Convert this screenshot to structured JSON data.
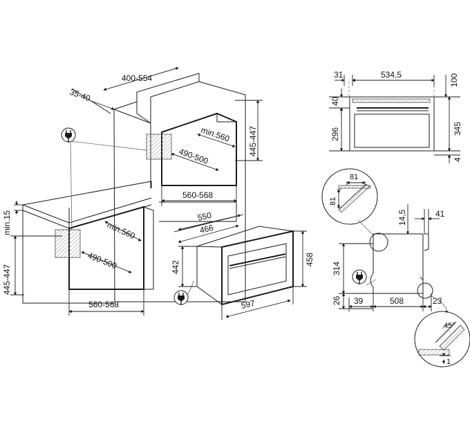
{
  "colors": {
    "line": "#1a1a1a",
    "background": "#ffffff",
    "hatch": "#9a9a9a"
  },
  "icons": [
    "plug-icon"
  ],
  "perspective": {
    "column_width": "400-554",
    "column_offset": "35-40",
    "column_niche_height": "445-447",
    "column_niche_depth": "min.560",
    "column_niche_opening": "490-500",
    "column_niche_width": "560-568",
    "base_clearance": "min.15",
    "base_niche_height": "445-447",
    "base_niche_depth": "min.560",
    "base_niche_opening": "490-500",
    "base_niche_width": "560-568"
  },
  "appliance": {
    "depth_total": "550",
    "depth_body": "466",
    "body_height": "442",
    "front_height": "458",
    "front_width": "597"
  },
  "front_view": {
    "left_offset": "31",
    "width": "534,5",
    "right_clearance": "100",
    "top_strip": "40",
    "body_height": "296",
    "front_height": "345",
    "bottom_gap": "4"
  },
  "side_view": {
    "panel_depth": "14,5",
    "front_gap": "41",
    "height": "314",
    "base_height": "26",
    "rear_offset": "39",
    "depth": "508",
    "front_offset": "23",
    "detail_width": "81",
    "detail_height": "81",
    "chamfer_angle": "45°",
    "detail_gap": "1"
  }
}
